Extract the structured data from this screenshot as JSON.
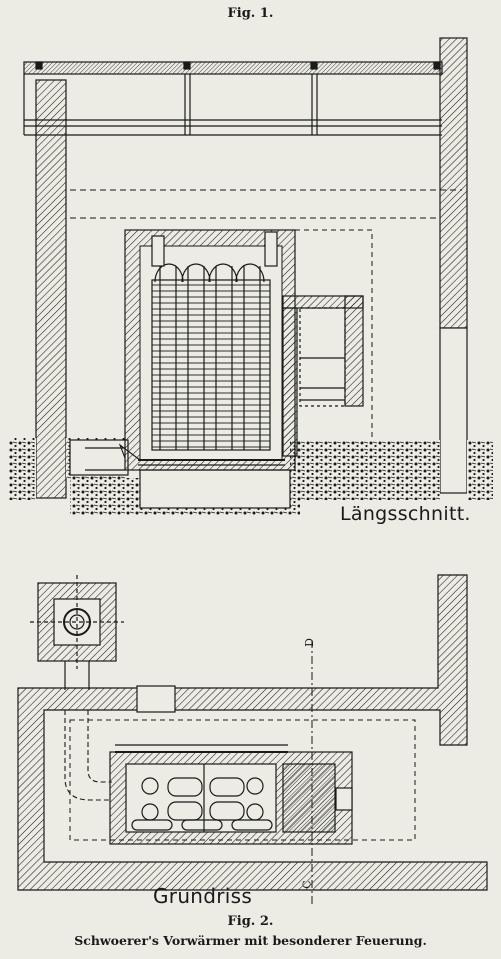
{
  "figure1": {
    "label": "Fig. 1.",
    "section_title": "Längsschnitt."
  },
  "figure2": {
    "label": "Fig. 2.",
    "plan_title": "Grundriss",
    "section_marker_top": "D",
    "section_marker_bottom": "C"
  },
  "caption": "Schwoerer's Vorwärmer mit besonderer Feuerung.",
  "colors": {
    "paper": "#ecebe4",
    "ink": "#1a1a1a"
  }
}
